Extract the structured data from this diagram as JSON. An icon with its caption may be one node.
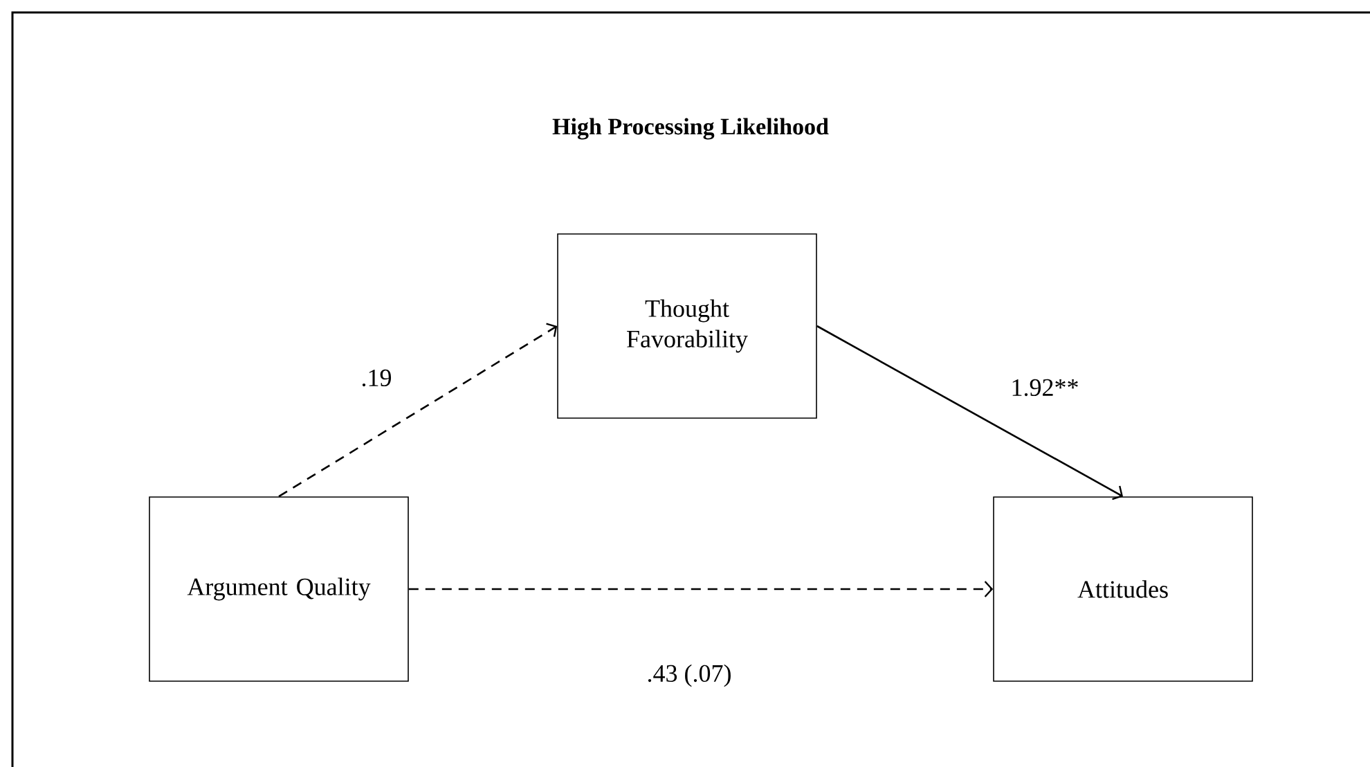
{
  "diagram": {
    "title": "High Processing Likelihood",
    "nodes": [
      {
        "text": [
          "Argument Quality"
        ]
      },
      {
        "text": [
          "Thought Favorability"
        ]
      },
      {
        "text": [
          "Attitudes"
        ]
      }
    ],
    "edges": [
      {
        "from": 0,
        "to": 1,
        "arrow": "to",
        "label": ".19",
        "style": "dashed"
      },
      {
        "from": 1,
        "to": 2,
        "arrow": "to",
        "label": "1.92**"
      },
      {
        "from": 0,
        "to": 2,
        "arrow": "to",
        "label": ".43 (.07)",
        "style": "dashed"
      }
    ]
  }
}
